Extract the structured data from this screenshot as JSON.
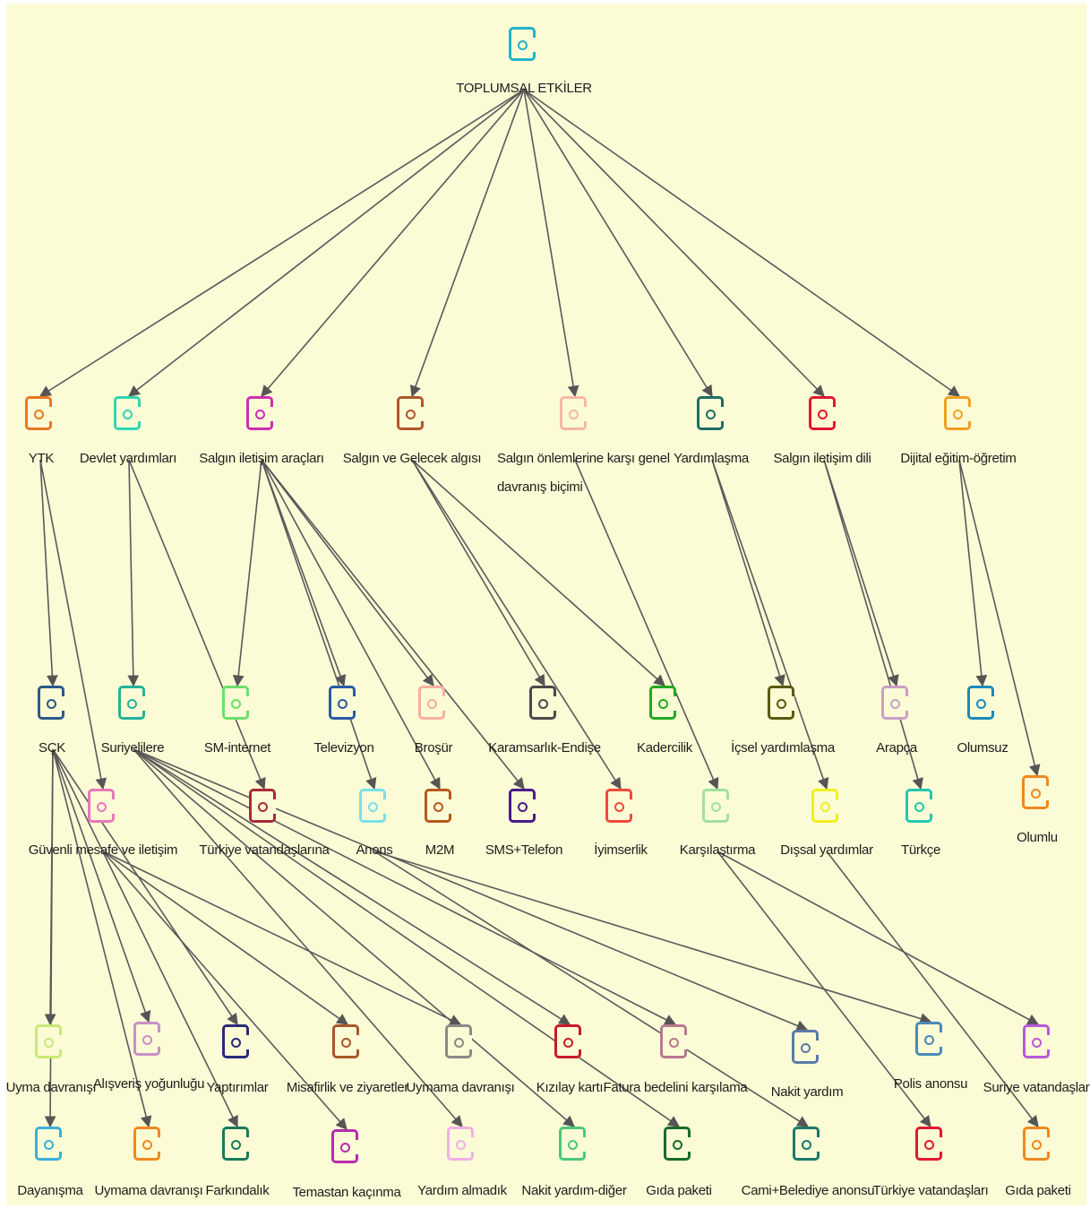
{
  "nodes": [
    {
      "id": "root",
      "label": "TOPLUMSAL ETKİLER",
      "color": "#22b3c7"
    },
    {
      "id": "ytk",
      "label": "YTK",
      "color": "#e8781e"
    },
    {
      "id": "devlet",
      "label": "Devlet yardımları",
      "color": "#2fd6b0"
    },
    {
      "id": "salgin_arac",
      "label": "Salgın iletişim araçları",
      "color": "#cc2fb0"
    },
    {
      "id": "gelecek",
      "label": "Salgın ve Gelecek algısı",
      "color": "#b0562a"
    },
    {
      "id": "onlem",
      "label": "Salgın önlemlerine karşı genel davranış biçimi",
      "color": "#f4b8a0"
    },
    {
      "id": "yardimlasma",
      "label": "Yardımlaşma",
      "color": "#1f6e63"
    },
    {
      "id": "dil",
      "label": "Salgın iletişim dili",
      "color": "#e0182e"
    },
    {
      "id": "dijital",
      "label": "Dijital eğitim-öğretim",
      "color": "#f0a020"
    },
    {
      "id": "sck",
      "label": "SÇK",
      "color": "#2a5a8a"
    },
    {
      "id": "suriyelilere",
      "label": "Suriyelilere",
      "color": "#22b39a"
    },
    {
      "id": "sm",
      "label": "SM-internet",
      "color": "#6be06b"
    },
    {
      "id": "televizyon",
      "label": "Televizyon",
      "color": "#2a5aa8"
    },
    {
      "id": "brosur",
      "label": "Broşür",
      "color": "#f4b0a0"
    },
    {
      "id": "karamsarlik",
      "label": "Karamsarlık-Endişe",
      "color": "#4a4a4a"
    },
    {
      "id": "kadercilik",
      "label": "Kadercilik",
      "color": "#22aa22"
    },
    {
      "id": "icsel",
      "label": "İçsel yardımlaşma",
      "color": "#5a5a10"
    },
    {
      "id": "arapca",
      "label": "Arapça",
      "color": "#c8a0c8"
    },
    {
      "id": "olumsuz",
      "label": "Olumsuz",
      "color": "#1a8ab8"
    },
    {
      "id": "olumlu",
      "label": "Olumlu",
      "color": "#f0881e"
    },
    {
      "id": "guvenli",
      "label": "Güvenli mesafe ve iletişim",
      "color": "#e878b8"
    },
    {
      "id": "turkiye_vat",
      "label": "Türkiye vatandaşlarına",
      "color": "#a82a3a"
    },
    {
      "id": "anons",
      "label": "Anons",
      "color": "#7ae0e8"
    },
    {
      "id": "m2m",
      "label": "M2M",
      "color": "#b8581e"
    },
    {
      "id": "sms",
      "label": "SMS+Telefon",
      "color": "#4a1a8a"
    },
    {
      "id": "iyimserlik",
      "label": "İyimserlik",
      "color": "#f04a3a"
    },
    {
      "id": "karsilastirma",
      "label": "Karşılaştırma",
      "color": "#a0e0a0"
    },
    {
      "id": "dissal",
      "label": "Dışsal yardımlar",
      "color": "#f0f01e"
    },
    {
      "id": "turkce",
      "label": "Türkçe",
      "color": "#22c8b0"
    },
    {
      "id": "uyma",
      "label": "Uyma davranışı",
      "color": "#c8e878"
    },
    {
      "id": "alisveris",
      "label": "Alışveriş yoğunluğu",
      "color": "#c890c8"
    },
    {
      "id": "yaptirimlar",
      "label": "Yaptırımlar",
      "color": "#2a2a7a"
    },
    {
      "id": "misafirlik",
      "label": "Misafirlik ve ziyaretler",
      "color": "#a8582a"
    },
    {
      "id": "uymama1",
      "label": "Uymama davranışı",
      "color": "#8a8a8a"
    },
    {
      "id": "kizilay",
      "label": "Kızılay kartı",
      "color": "#c81a2a"
    },
    {
      "id": "fatura",
      "label": "Fatura bedelini karşılama",
      "color": "#b87890"
    },
    {
      "id": "nakit",
      "label": "Nakit yardım",
      "color": "#5a7aa8"
    },
    {
      "id": "polis",
      "label": "Polis anonsu",
      "color": "#4a8ab8"
    },
    {
      "id": "suriye_vat",
      "label": "Suriye vatandaşları",
      "color": "#b85ad8"
    },
    {
      "id": "dayanisma",
      "label": "Dayanışma",
      "color": "#3ab0d8"
    },
    {
      "id": "uymama2",
      "label": "Uymama davranışı",
      "color": "#f0881e"
    },
    {
      "id": "farkindalik",
      "label": "Farkındalık",
      "color": "#1a7a5a"
    },
    {
      "id": "temastan",
      "label": "Temastan kaçınma",
      "color": "#b82ab0"
    },
    {
      "id": "yardim_almadik",
      "label": "Yardım almadık",
      "color": "#f0b0e8"
    },
    {
      "id": "nakit_diger",
      "label": "Nakit yardım-diğer",
      "color": "#4ac87a"
    },
    {
      "id": "gida1",
      "label": "Gıda paketi",
      "color": "#1a6a2a"
    },
    {
      "id": "cami",
      "label": "Cami+Belediye anonsu",
      "color": "#1a7a6a"
    },
    {
      "id": "turkiye_vat2",
      "label": "Türkiye vatandaşları",
      "color": "#e0182e"
    },
    {
      "id": "gida2",
      "label": "Gıda paketi",
      "color": "#f0881e"
    }
  ],
  "edges": [
    [
      "root",
      "ytk"
    ],
    [
      "root",
      "devlet"
    ],
    [
      "root",
      "salgin_arac"
    ],
    [
      "root",
      "gelecek"
    ],
    [
      "root",
      "onlem"
    ],
    [
      "root",
      "yardimlasma"
    ],
    [
      "root",
      "dil"
    ],
    [
      "root",
      "dijital"
    ],
    [
      "ytk",
      "sck"
    ],
    [
      "ytk",
      "guvenli"
    ],
    [
      "devlet",
      "suriyelilere"
    ],
    [
      "devlet",
      "turkiye_vat"
    ],
    [
      "salgin_arac",
      "sm"
    ],
    [
      "salgin_arac",
      "televizyon"
    ],
    [
      "salgin_arac",
      "brosur"
    ],
    [
      "salgin_arac",
      "anons"
    ],
    [
      "salgin_arac",
      "m2m"
    ],
    [
      "salgin_arac",
      "sms"
    ],
    [
      "gelecek",
      "karamsarlik"
    ],
    [
      "gelecek",
      "kadercilik"
    ],
    [
      "gelecek",
      "iyimserlik"
    ],
    [
      "onlem",
      "karsilastirma"
    ],
    [
      "yardimlasma",
      "icsel"
    ],
    [
      "yardimlasma",
      "dissal"
    ],
    [
      "dil",
      "arapca"
    ],
    [
      "dil",
      "turkce"
    ],
    [
      "dijital",
      "olumsuz"
    ],
    [
      "dijital",
      "olumlu"
    ],
    [
      "sck",
      "uyma"
    ],
    [
      "sck",
      "alisveris"
    ],
    [
      "sck",
      "yaptirimlar"
    ],
    [
      "sck",
      "dayanisma"
    ],
    [
      "sck",
      "uymama2"
    ],
    [
      "sck",
      "farkindalik"
    ],
    [
      "guvenli",
      "misafirlik"
    ],
    [
      "guvenli",
      "uymama1"
    ],
    [
      "guvenli",
      "temastan"
    ],
    [
      "suriyelilere",
      "kizilay"
    ],
    [
      "suriyelilere",
      "fatura"
    ],
    [
      "suriyelilere",
      "nakit"
    ],
    [
      "suriyelilere",
      "yardim_almadik"
    ],
    [
      "suriyelilere",
      "nakit_diger"
    ],
    [
      "suriyelilere",
      "gida1"
    ],
    [
      "anons",
      "polis"
    ],
    [
      "anons",
      "cami"
    ],
    [
      "karsilastirma",
      "suriye_vat"
    ],
    [
      "karsilastirma",
      "turkiye_vat2"
    ],
    [
      "dissal",
      "gida2"
    ]
  ]
}
